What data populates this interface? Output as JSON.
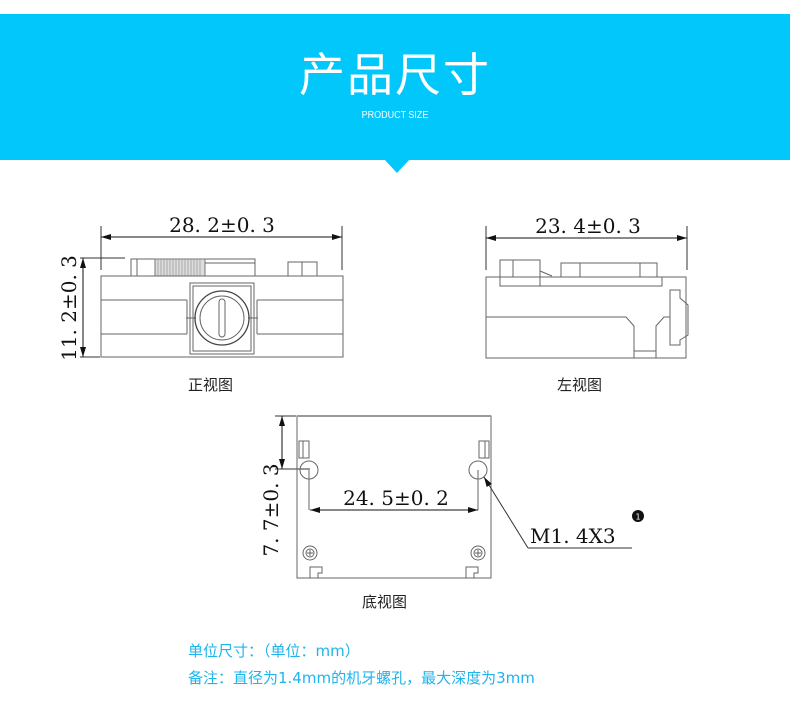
{
  "header": {
    "title": "产品尺寸",
    "subtitle": "PRODUCT SIZE",
    "background_color": "#02c7fb"
  },
  "views": {
    "front": {
      "caption": "正视图",
      "width_dim": "28. 2±0. 3",
      "height_dim": "11. 2±0. 3"
    },
    "left": {
      "caption": "左视图",
      "width_dim": "23. 4±0. 3"
    },
    "bottom": {
      "caption": "底视图",
      "hole_spacing_dim": "24. 5±0. 2",
      "hole_offset_dim": "7. 7±0. 3",
      "callout": "M1. 4X3",
      "callout_marker": "1"
    }
  },
  "notes": {
    "unit_line": "单位尺寸：（单位：mm）",
    "remark_line": "备注：直径为1.4mm的机牙螺孔，最大深度为3mm",
    "color": "#1fb4ec"
  }
}
